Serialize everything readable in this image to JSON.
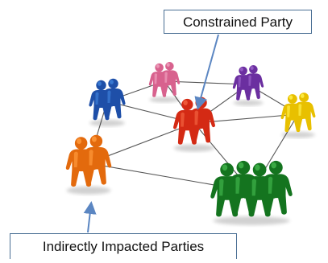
{
  "labels": {
    "constrained": "Constrained Party",
    "indirect": "Indirectly Impacted Parties"
  },
  "nodes": [
    {
      "id": "blue",
      "color": "#1e4fa8",
      "highlight": "#3c7fd8",
      "count": 2
    },
    {
      "id": "pink",
      "color": "#d8628e",
      "highlight": "#f0a0bd",
      "count": 2
    },
    {
      "id": "purple",
      "color": "#6b2fa0",
      "highlight": "#9a62c9",
      "count": 2
    },
    {
      "id": "red",
      "color": "#d42a14",
      "highlight": "#f2623e",
      "count": 2
    },
    {
      "id": "yellow",
      "color": "#e8c000",
      "highlight": "#fff04a",
      "count": 2
    },
    {
      "id": "orange",
      "color": "#e36a0d",
      "highlight": "#ff9a3c",
      "count": 2
    },
    {
      "id": "green",
      "color": "#14741f",
      "highlight": "#3fb34a",
      "count": 4
    }
  ],
  "links": [
    [
      "blue",
      "pink"
    ],
    [
      "blue",
      "red"
    ],
    [
      "blue",
      "orange"
    ],
    [
      "pink",
      "purple"
    ],
    [
      "pink",
      "red"
    ],
    [
      "purple",
      "red"
    ],
    [
      "purple",
      "yellow"
    ],
    [
      "red",
      "yellow"
    ],
    [
      "red",
      "orange"
    ],
    [
      "red",
      "green"
    ],
    [
      "yellow",
      "green"
    ],
    [
      "orange",
      "green"
    ]
  ],
  "arrow_color": "#5b86c2"
}
